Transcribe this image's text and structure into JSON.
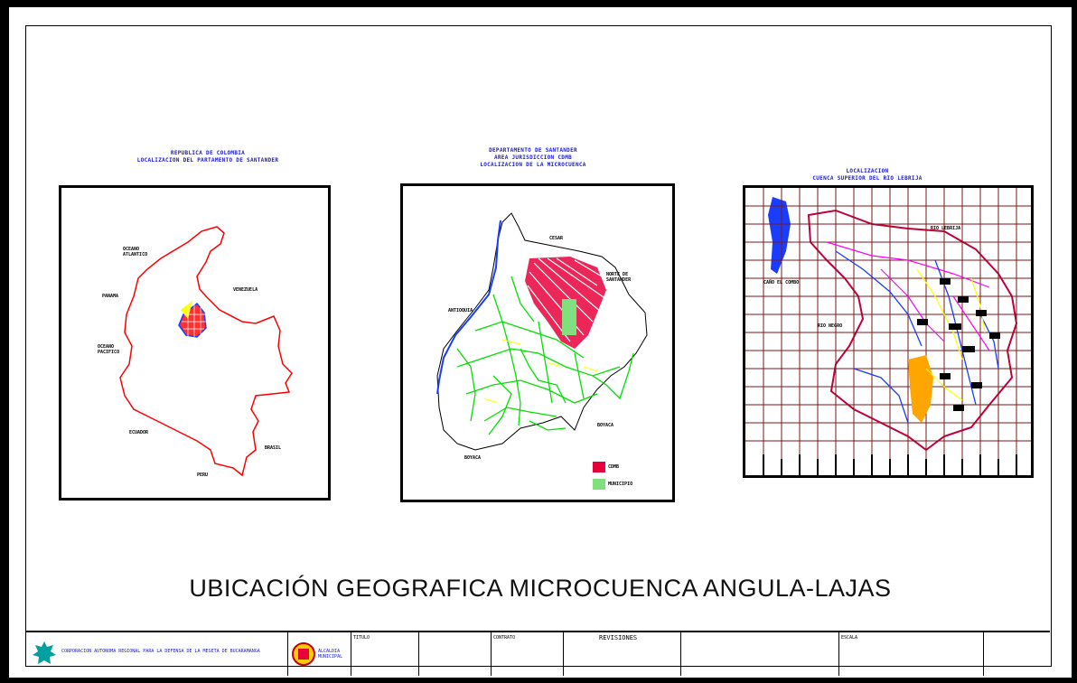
{
  "main_title": "UBICACIÓN GEOGRAFICA MICROCUENCA ANGULA-LAJAS",
  "panels": [
    {
      "title": "REPUBLICA DE COLOMBIA\nLOCALIZACION DEL PARTAMENTO DE SANTANDER",
      "labels": [
        "OCEANO\nATLANTICO",
        "PANAMA",
        "VENEZUELA",
        "OCEANO\nPACIFICO",
        "ECUADOR",
        "BRASIL",
        "PERU"
      ]
    },
    {
      "title": "DEPARTAMENTO DE SANTANDER\nAREA JURISDICCION CDMB\nLOCALIZACION DE LA MICROCUENCA",
      "labels": [
        "CESAR",
        "NORTE DE\nSANTANDER",
        "ANTIOQUIA",
        "BOYACA",
        "BOYACA",
        "CDMB",
        "MUNICIPIO"
      ]
    },
    {
      "title": "LOCALIZACION\nCUENCA SUPERIOR DEL RIO LEBRIJA",
      "labels": [
        "RIO LEBRIJA",
        "CAÑO EL COMBO",
        "RIO NEGRO"
      ]
    }
  ],
  "title_block": {
    "org": "CORPORACION AUTONOMA REGIONAL PARA LA DEFENSA DE LA MESETA DE BUCARAMANGA",
    "revisiones": "REVISIONES",
    "cells": [
      "TITULO",
      "CONTRATO",
      "ESCALA"
    ],
    "logo_text": "ALCALDIA\nMUNICIPAL"
  },
  "colors": {
    "border_red": "#ff0000",
    "road_green": "#00e000",
    "region_magenta": "#e0006a",
    "river_blue": "#1a3cff",
    "water_blue": "#1a3cff",
    "road_yellow": "#ffff00",
    "highlight_orange": "#ffa500"
  }
}
